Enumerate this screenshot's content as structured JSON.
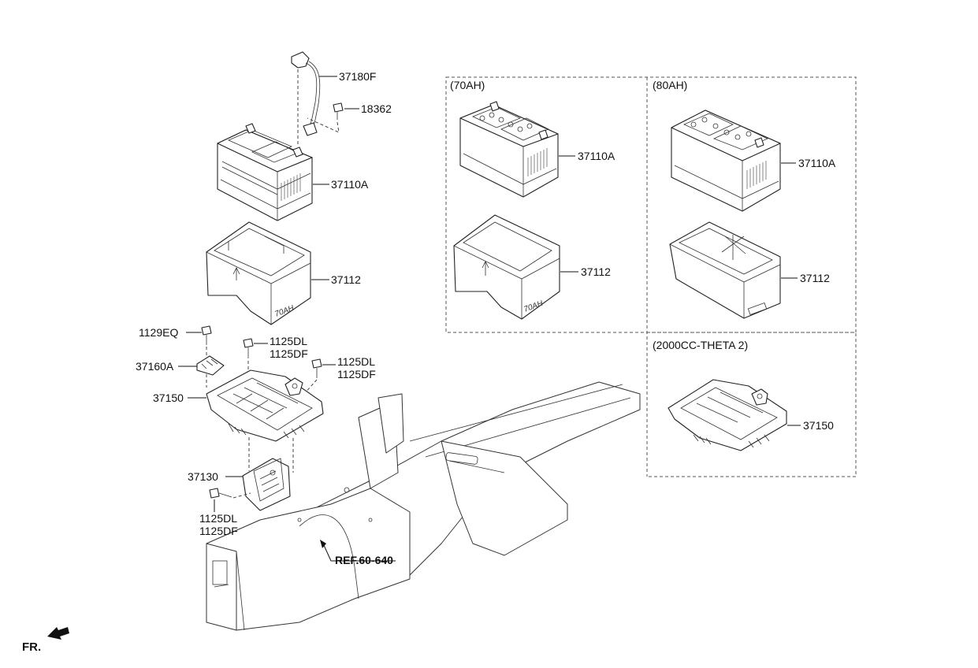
{
  "diagram": {
    "labels": {
      "p37180F": "37180F",
      "p18362": "18362",
      "p37110A_main": "37110A",
      "p37112_main": "37112",
      "p1129EQ": "1129EQ",
      "p1125DL_a": "1125DL",
      "p1125DF_a": "1125DF",
      "p1125DL_b": "1125DL",
      "p1125DF_b": "1125DF",
      "p37160A": "37160A",
      "p37150_main": "37150",
      "p37130": "37130",
      "p1125DL_c": "1125DL",
      "p1125DF_c": "1125DF",
      "ref": "REF.60-640",
      "fr": "FR."
    },
    "panels": {
      "ah70": {
        "title": "(70AH)",
        "battery": "37110A",
        "tray": "37112"
      },
      "ah80": {
        "title": "(80AH)",
        "battery": "37110A",
        "tray": "37112"
      },
      "theta": {
        "title": "(2000CC-THETA 2)",
        "bracket": "37150"
      }
    },
    "tray_stamp": "70AH"
  }
}
